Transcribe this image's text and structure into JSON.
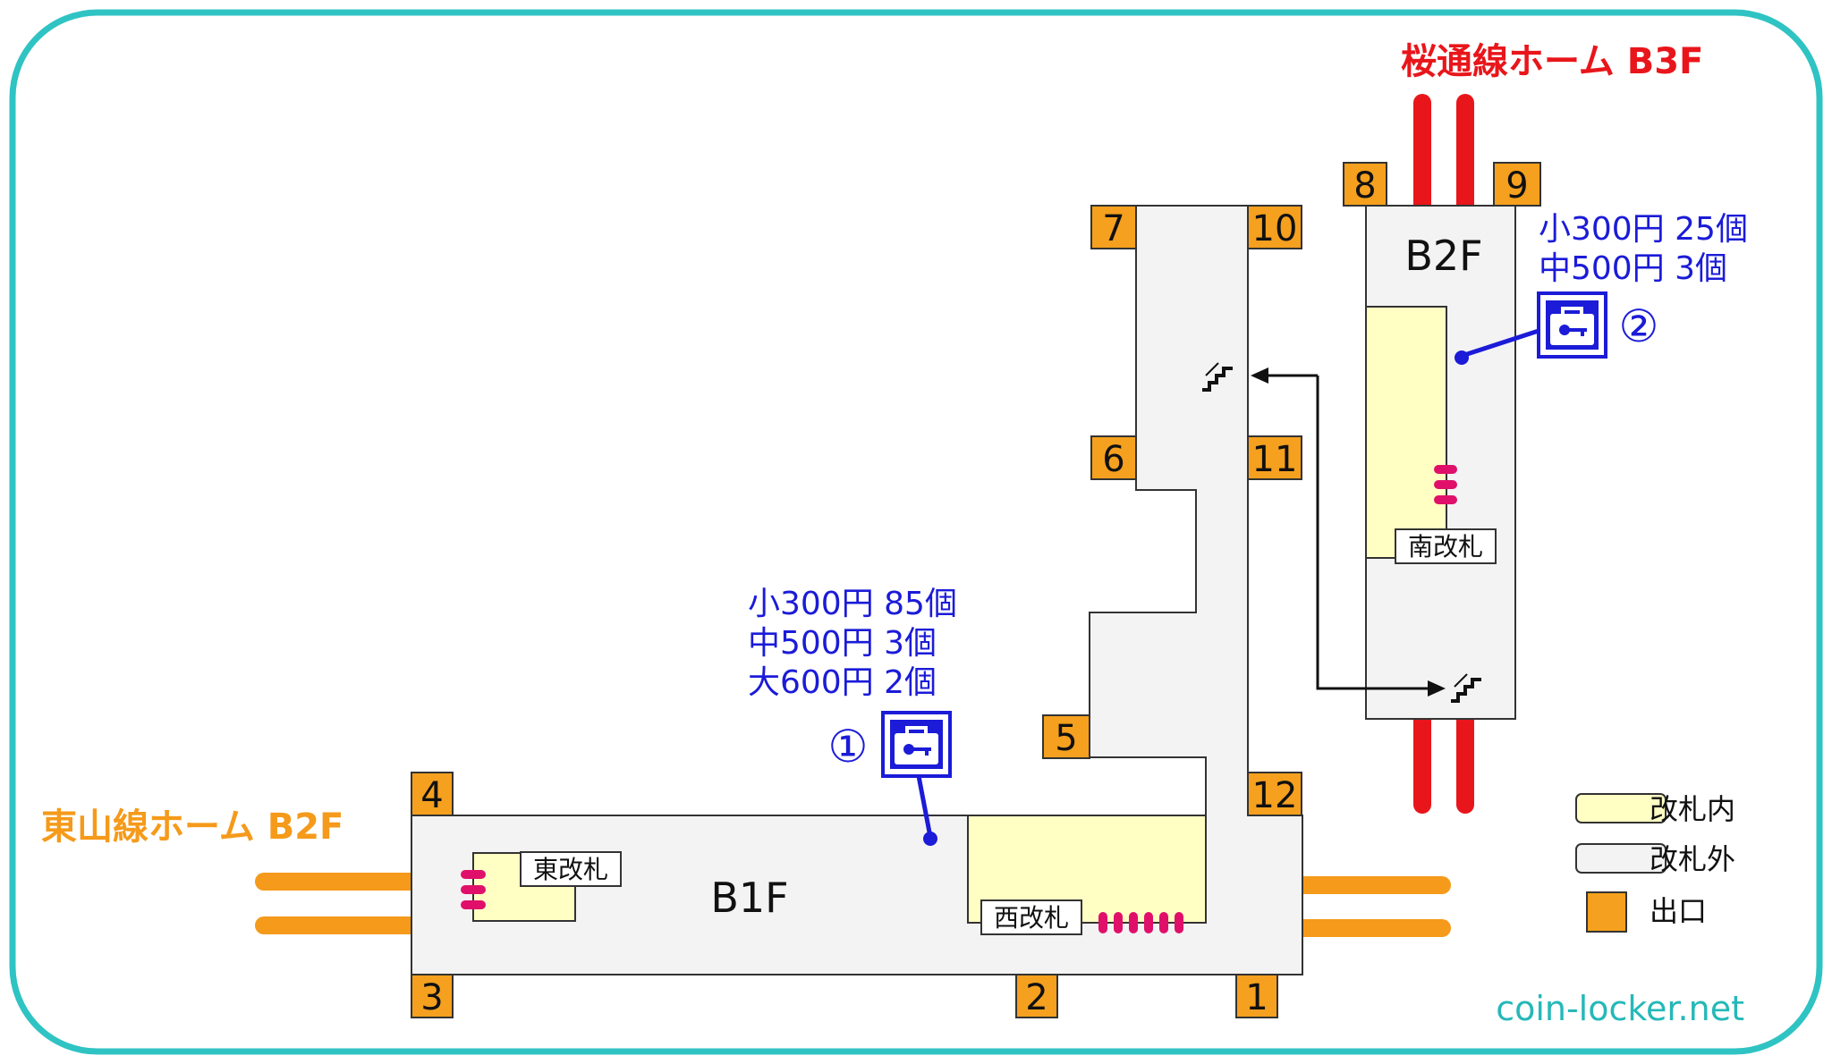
{
  "colors": {
    "frame": "#2fc3c3",
    "exit": "#f5a01e",
    "line_higashiyama": "#f59a1a",
    "line_sakuradori": "#e8161b",
    "locker_blue": "#1b1bd8",
    "ticket_inside": "#ffffc4",
    "ticket_outside": "#f3f3f3",
    "gate": "#e0106a",
    "watermark": "#25b8b8"
  },
  "lines": {
    "higashiyama": "東山線ホーム B2F",
    "sakuradori": "桜通線ホーム B3F"
  },
  "floors": {
    "b1f": "B1F",
    "b2f": "B2F"
  },
  "gates": {
    "east": "東改札",
    "west": "西改札",
    "south": "南改札"
  },
  "exits": [
    "1",
    "2",
    "3",
    "4",
    "5",
    "6",
    "7",
    "8",
    "9",
    "10",
    "11",
    "12"
  ],
  "lockers": [
    {
      "marker": "①",
      "icon": "coin-locker-icon",
      "lines": [
        "小300円 85個",
        "中500円 3個",
        "大600円 2個"
      ]
    },
    {
      "marker": "②",
      "icon": "coin-locker-icon",
      "lines": [
        "小300円 25個",
        "中500円 3個"
      ]
    }
  ],
  "legend": {
    "inside": "改札内",
    "outside": "改札外",
    "exit": "出口"
  },
  "watermark": "coin-locker.net"
}
